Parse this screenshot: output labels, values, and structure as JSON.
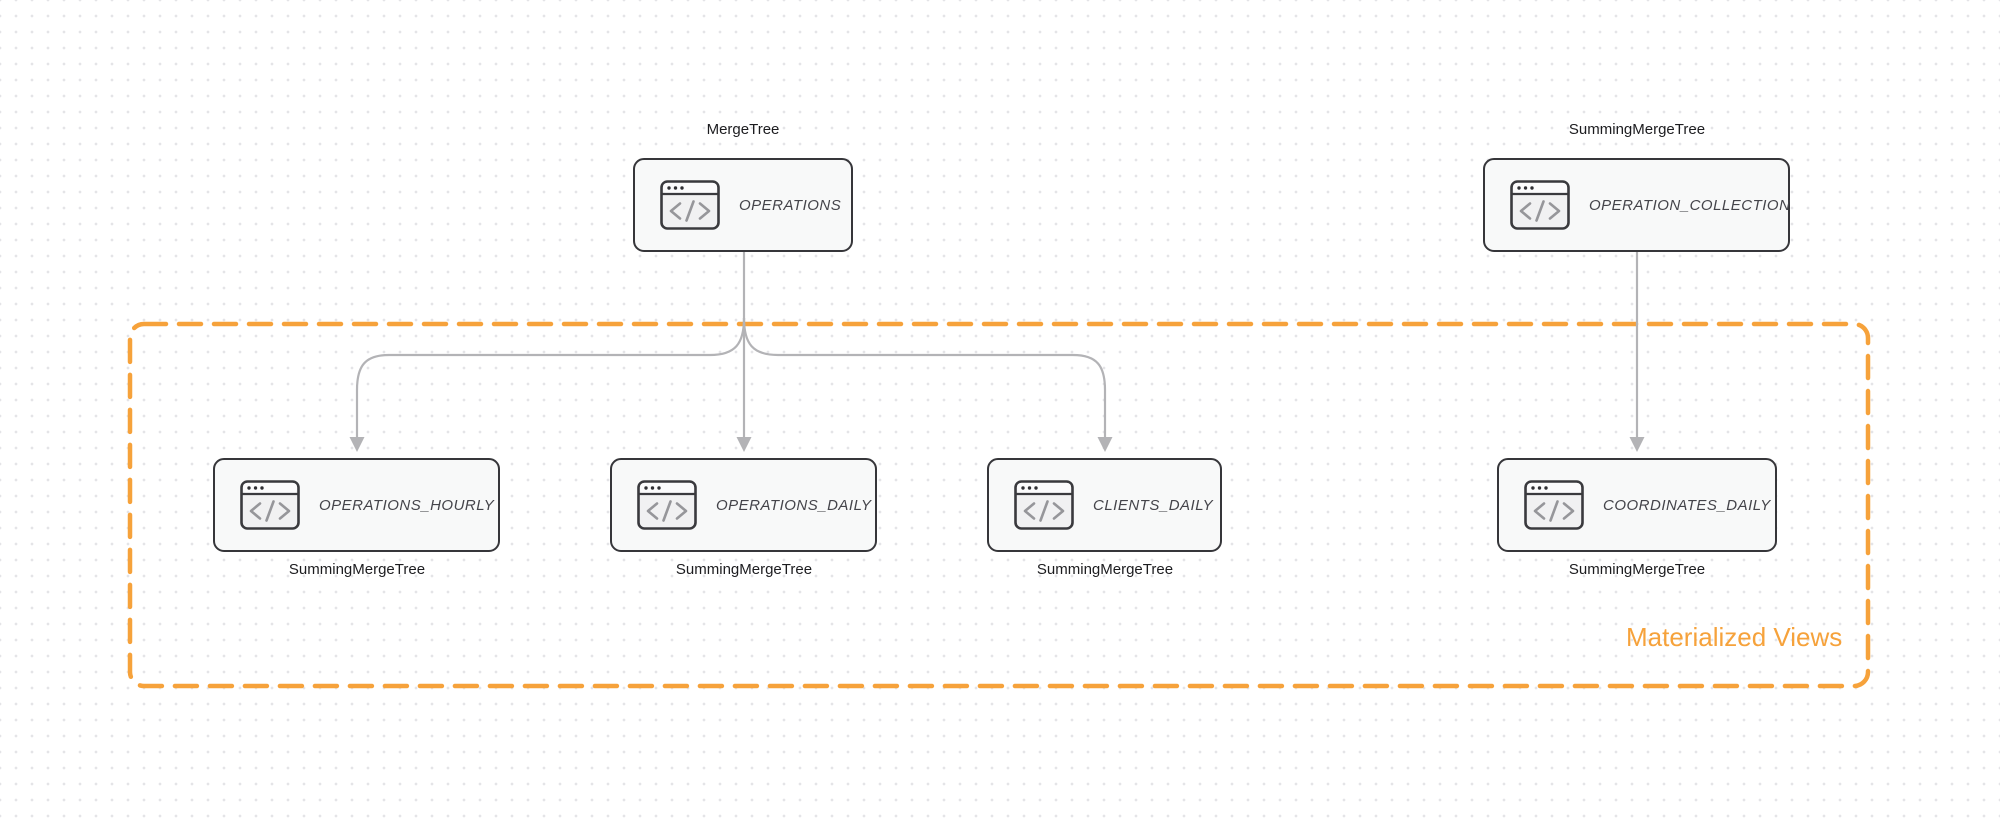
{
  "diagram": {
    "group": {
      "label": "Materialized Views"
    },
    "nodes": [
      {
        "id": "operations",
        "title": "OPERATIONS",
        "engine": "MergeTree",
        "engine_label_position": "above"
      },
      {
        "id": "operation_collection",
        "title": "OPERATION_COLLECTION",
        "engine": "SummingMergeTree",
        "engine_label_position": "above"
      },
      {
        "id": "operations_hourly",
        "title": "OPERATIONS_HOURLY",
        "engine": "SummingMergeTree",
        "engine_label_position": "below"
      },
      {
        "id": "operations_daily",
        "title": "OPERATIONS_DAILY",
        "engine": "SummingMergeTree",
        "engine_label_position": "below"
      },
      {
        "id": "clients_daily",
        "title": "CLIENTS_DAILY",
        "engine": "SummingMergeTree",
        "engine_label_position": "below"
      },
      {
        "id": "coordinates_daily",
        "title": "COORDINATES_DAILY",
        "engine": "SummingMergeTree",
        "engine_label_position": "below"
      }
    ],
    "edges": [
      {
        "from": "OPERATIONS",
        "to": "OPERATIONS_HOURLY"
      },
      {
        "from": "OPERATIONS",
        "to": "OPERATIONS_DAILY"
      },
      {
        "from": "OPERATIONS",
        "to": "CLIENTS_DAILY"
      },
      {
        "from": "OPERATION_COLLECTION",
        "to": "COORDINATES_DAILY"
      }
    ],
    "icon": "code-window-icon"
  },
  "colors": {
    "accent_orange": "#F6A23B",
    "edge_gray": "#B3B3B6",
    "node_border": "#36363A",
    "node_fill": "#F8F9F9",
    "node_title_text": "#44444A",
    "engine_label_text": "#1C1C1F",
    "background": "#FFFFFF",
    "dot_grid": "#E4E4E7"
  }
}
